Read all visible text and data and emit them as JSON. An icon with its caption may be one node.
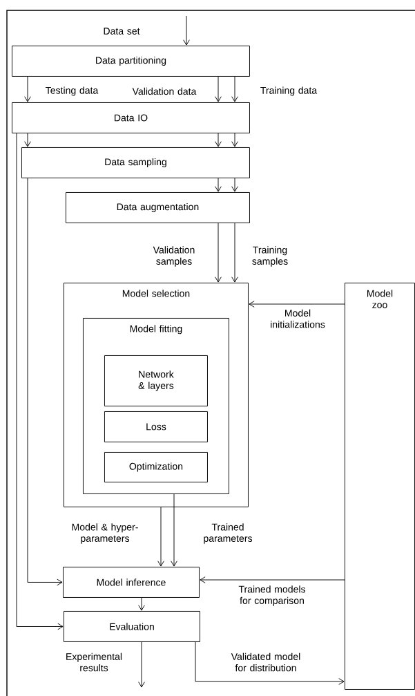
{
  "diagram": {
    "nodes": [
      {
        "text": [
          "Data partitioning"
        ]
      },
      {
        "text": [
          "Data IO"
        ]
      },
      {
        "text": [
          "Data sampling"
        ]
      },
      {
        "text": [
          "Data augmentation"
        ]
      },
      {
        "text": [
          "Model selection"
        ]
      },
      {
        "text": [
          "Model fitting"
        ],
        "in": 4
      },
      {
        "text": [
          "Network & layers"
        ],
        "in": 5
      },
      {
        "text": [
          "Loss"
        ],
        "in": 5
      },
      {
        "text": [
          "Optimization"
        ],
        "in": 5
      },
      {
        "text": [
          "Model zoo"
        ]
      },
      {
        "text": [
          "Model inference"
        ]
      },
      {
        "text": [
          "Evaluation"
        ]
      }
    ],
    "edges": [
      {
        "from": null,
        "to": 0,
        "arrow": "to",
        "label": "Data set"
      },
      {
        "from": 0,
        "to": 1,
        "arrow": "to",
        "label": "Testing data"
      },
      {
        "from": 0,
        "to": 1,
        "arrow": "to",
        "label": "Validation data"
      },
      {
        "from": 0,
        "to": 1,
        "arrow": "to",
        "label": "Training data"
      },
      {
        "from": 1,
        "to": 2,
        "arrow": "to"
      },
      {
        "from": 1,
        "to": 2,
        "arrow": "to"
      },
      {
        "from": 1,
        "to": 2,
        "arrow": "to"
      },
      {
        "from": 1,
        "to": 11,
        "arrow": "to"
      },
      {
        "from": 2,
        "to": 10,
        "arrow": "to"
      },
      {
        "from": 2,
        "to": 3,
        "arrow": "to"
      },
      {
        "from": 2,
        "to": 3,
        "arrow": "to"
      },
      {
        "from": 3,
        "to": 4,
        "arrow": "to",
        "label": "Validation samples"
      },
      {
        "from": 3,
        "to": 4,
        "arrow": "to",
        "label": "Training samples"
      },
      {
        "from": 9,
        "to": 4,
        "arrow": "to",
        "label": "Model initializations"
      },
      {
        "from": 4,
        "to": 10,
        "arrow": "to",
        "label": "Model & hyper-parameters"
      },
      {
        "from": 5,
        "to": 10,
        "arrow": "to",
        "label": "Trained parameters"
      },
      {
        "from": 9,
        "to": 10,
        "arrow": "to",
        "label": "Trained models for comparison"
      },
      {
        "from": 10,
        "to": 11,
        "arrow": "to"
      },
      {
        "from": 11,
        "to": 9,
        "arrow": "to",
        "label": "Validated model for distribution"
      },
      {
        "from": 11,
        "to": null,
        "arrow": "to",
        "label": "Experimental results"
      }
    ]
  }
}
